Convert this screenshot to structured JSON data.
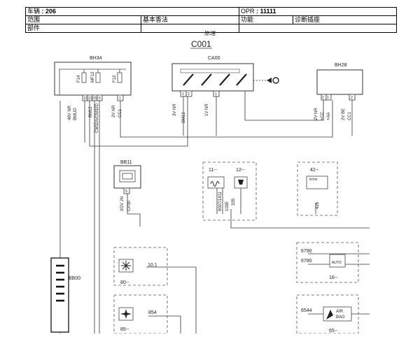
{
  "header": {
    "vehicle_label": "车辆 ",
    "vehicle_value": ": 206",
    "opr_label": "OPR ",
    "opr_value": ": 11111",
    "range_label": "范围",
    "scope_value": "基本香法",
    "function_label": "功能",
    "function_value": "诊断插座",
    "part_label": "部件",
    "principle_label": "原理"
  },
  "diagram": {
    "code": "C001",
    "modules": {
      "bh34": "BH34",
      "ca00": "CA00",
      "bh28": "BH28",
      "bb11": "BB11",
      "bb00": "BB00"
    },
    "fuses": {
      "f14": "F14",
      "mf12": "MF12",
      "f12": "F12"
    },
    "bh34_pins": [
      "12",
      "13",
      "15",
      "9",
      "1"
    ],
    "bh34_wires": [
      "46V NR",
      "BMUD",
      "BM12",
      "CM32A/CM32D",
      "2V NR",
      "CC1"
    ],
    "ca00_pins": [
      "1",
      "2",
      "1"
    ],
    "ca00_wires": [
      "3V NR",
      "BM12",
      "1V NR"
    ],
    "bh28_pins": [
      "2",
      "1",
      "2"
    ],
    "bh28_wires": [
      "2V NR",
      "+CC",
      "+AA",
      "2V BE",
      "CC1"
    ],
    "bb11_pin": "5",
    "bb11_wires": [
      "2GV JN",
      "CP30"
    ],
    "group_11": {
      "label": "11--",
      "wires": [
        "9007/1411",
        "100E",
        "335"
      ]
    },
    "group_12": {
      "label": "12--"
    },
    "group_42": {
      "label": "42--",
      "symbol": "tr/mn",
      "wire": "426"
    },
    "group_80": {
      "label": "80--",
      "wire": "10.1"
    },
    "group_85": {
      "label": "85--",
      "wire": "854"
    },
    "group_16": {
      "label": "16--",
      "wires": [
        "6790",
        "6780"
      ],
      "symbol": "AUTO"
    },
    "group_65": {
      "label": "65--",
      "wire": "6544",
      "symbol_lines": [
        "AIR",
        "BAG"
      ]
    }
  }
}
